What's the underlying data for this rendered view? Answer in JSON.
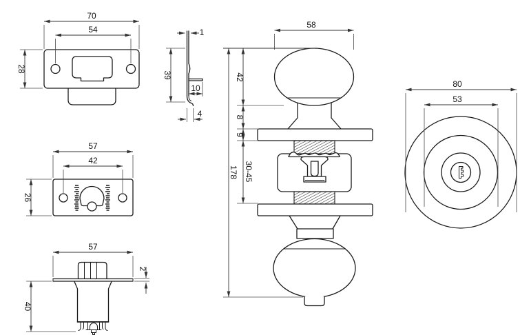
{
  "drawing": {
    "type": "technical-dimension-drawing",
    "subject": "tubular knob lockset (knob, roses, latch, strike plate)",
    "line_color": "#1a1a1a",
    "dim_color": "#333333",
    "background": "#ffffff"
  },
  "views": {
    "strike_plate_front": {
      "name": "strike-plate-front-view",
      "dims": {
        "width": "70",
        "hole_spacing": "54",
        "height": "28"
      }
    },
    "strike_plate_side": {
      "name": "strike-plate-side-view",
      "dims": {
        "thickness": "1",
        "height": "39",
        "tab_depth": "10",
        "lip": "4"
      }
    },
    "latch_faceplate_front": {
      "name": "latch-faceplate-front-view",
      "dims": {
        "width": "57",
        "hole_spacing": "42",
        "height": "26"
      }
    },
    "latch_body_side": {
      "name": "latch-body-side-view",
      "dims": {
        "faceplate_width": "57",
        "plate_thickness": "2",
        "body_depth": "40"
      }
    },
    "knob_assembly_side": {
      "name": "knob-assembly-side-view",
      "dims": {
        "knob_diameter": "58",
        "knob_height": "42",
        "neck_height": "8",
        "rose_thickness": "9",
        "door_thickness_range": "30-45",
        "overall_length": "178"
      }
    },
    "knob_front": {
      "name": "knob-front-view",
      "dims": {
        "rose_diameter": "80",
        "knob_diameter": "53"
      }
    }
  }
}
